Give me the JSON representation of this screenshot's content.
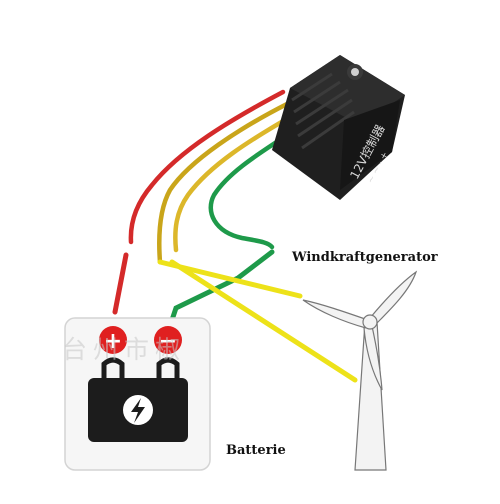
{
  "labels": {
    "wind_generator": "Windkraftgenerator",
    "battery": "Batterie"
  },
  "regulator": {
    "marking": "12V控制器",
    "terminal_marks": "~ ~ -  +"
  },
  "watermark": {
    "text": "台州市椒"
  },
  "battery": {
    "positive_symbol": "+",
    "negative_symbol": "−",
    "icon": "lightning-bolt-icon"
  },
  "colors": {
    "wire_red": "#d42a2a",
    "wire_yellow": "#ede219",
    "wire_yellow_dark": "#c9a51a",
    "wire_green": "#1e9a4a",
    "regulator_body": "#1f1f1f",
    "battery_body": "#1c1c1c",
    "terminal_red": "#e02020"
  }
}
